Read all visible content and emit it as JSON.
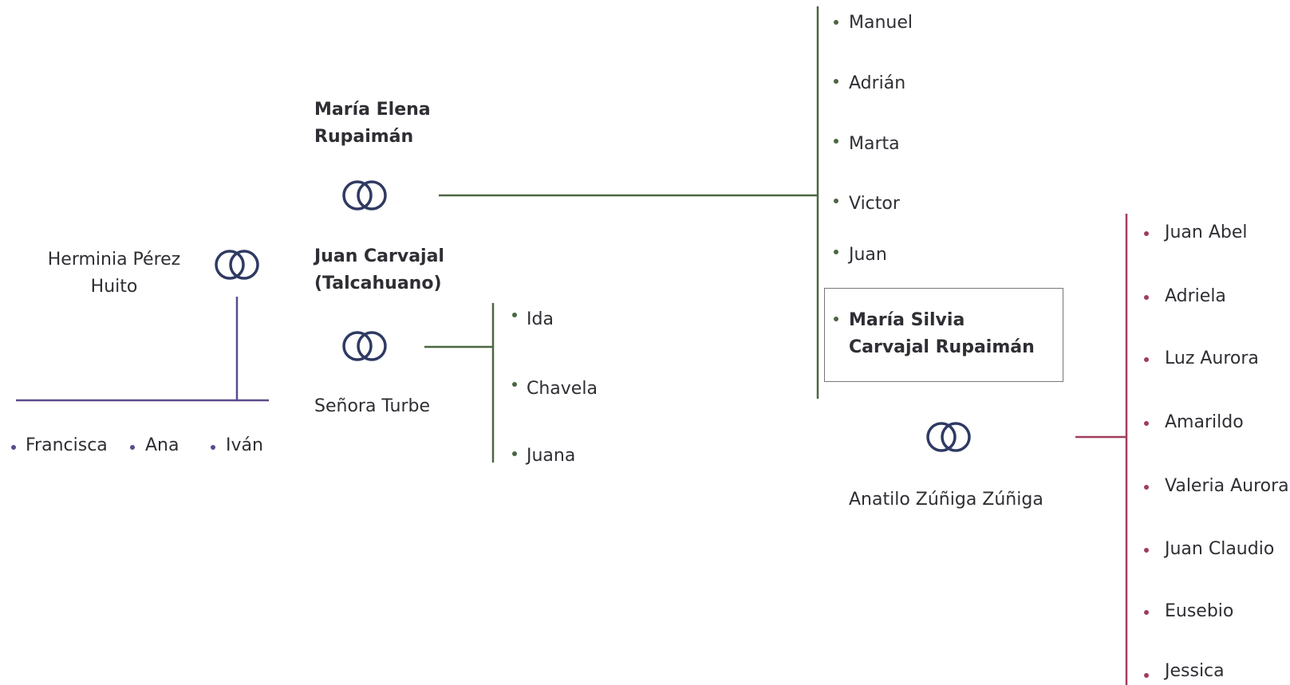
{
  "people": {
    "maria_elena": [
      "María Elena",
      "Rupaimán"
    ],
    "juan_carvajal": [
      "Juan Carvajal",
      "(Talcahuano)"
    ],
    "senora_turbe": "Señora Turbe",
    "herminia": [
      "Herminia Pérez",
      "Huito"
    ],
    "anatilo": "Anatilo Zúñiga Zúñiga"
  },
  "children": {
    "carvajal_rupaiman": [
      "Manuel",
      "Adrián",
      "Marta",
      "Victor",
      "Juan"
    ],
    "highlighted": [
      "María Silvia",
      "Carvajal Rupaimán"
    ],
    "carvajal_turbe": [
      "Ida",
      "Chavela",
      "Juana"
    ],
    "herminia": [
      "Francisca",
      "Ana",
      "Iván"
    ],
    "zuniga_carvajal": [
      "Juan Abel",
      "Adriela",
      "Luz Aurora",
      "Amarildo",
      "Valeria Aurora",
      "Juan Claudio",
      "Eusebio",
      "Jessica"
    ]
  },
  "colors": {
    "green": "#4a6741",
    "purple": "#5b4a8b",
    "maroon": "#a23c5a",
    "ring": "#2f3a63"
  }
}
